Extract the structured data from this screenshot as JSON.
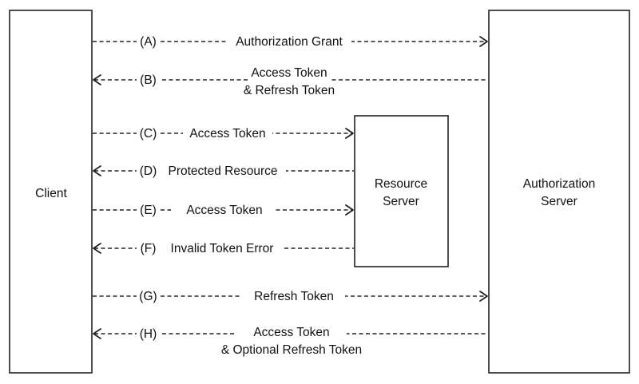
{
  "nodes": {
    "client": {
      "label": "Client"
    },
    "resource_server": {
      "label": [
        "Resource",
        "Server"
      ]
    },
    "authorization_server": {
      "label": [
        "Authorization",
        "Server"
      ]
    }
  },
  "flows": [
    {
      "step": "(A)",
      "label": [
        "Authorization Grant"
      ],
      "from": "client",
      "to": "authorization_server"
    },
    {
      "step": "(B)",
      "label": [
        "Access Token",
        "& Refresh Token"
      ],
      "from": "authorization_server",
      "to": "client"
    },
    {
      "step": "(C)",
      "label": [
        "Access Token"
      ],
      "from": "client",
      "to": "resource_server"
    },
    {
      "step": "(D)",
      "label": [
        "Protected Resource"
      ],
      "from": "resource_server",
      "to": "client"
    },
    {
      "step": "(E)",
      "label": [
        "Access Token"
      ],
      "from": "client",
      "to": "resource_server"
    },
    {
      "step": "(F)",
      "label": [
        "Invalid Token Error"
      ],
      "from": "resource_server",
      "to": "client"
    },
    {
      "step": "(G)",
      "label": [
        "Refresh Token"
      ],
      "from": "client",
      "to": "authorization_server"
    },
    {
      "step": "(H)",
      "label": [
        "Access Token",
        "& Optional Refresh Token"
      ],
      "from": "authorization_server",
      "to": "client"
    }
  ]
}
